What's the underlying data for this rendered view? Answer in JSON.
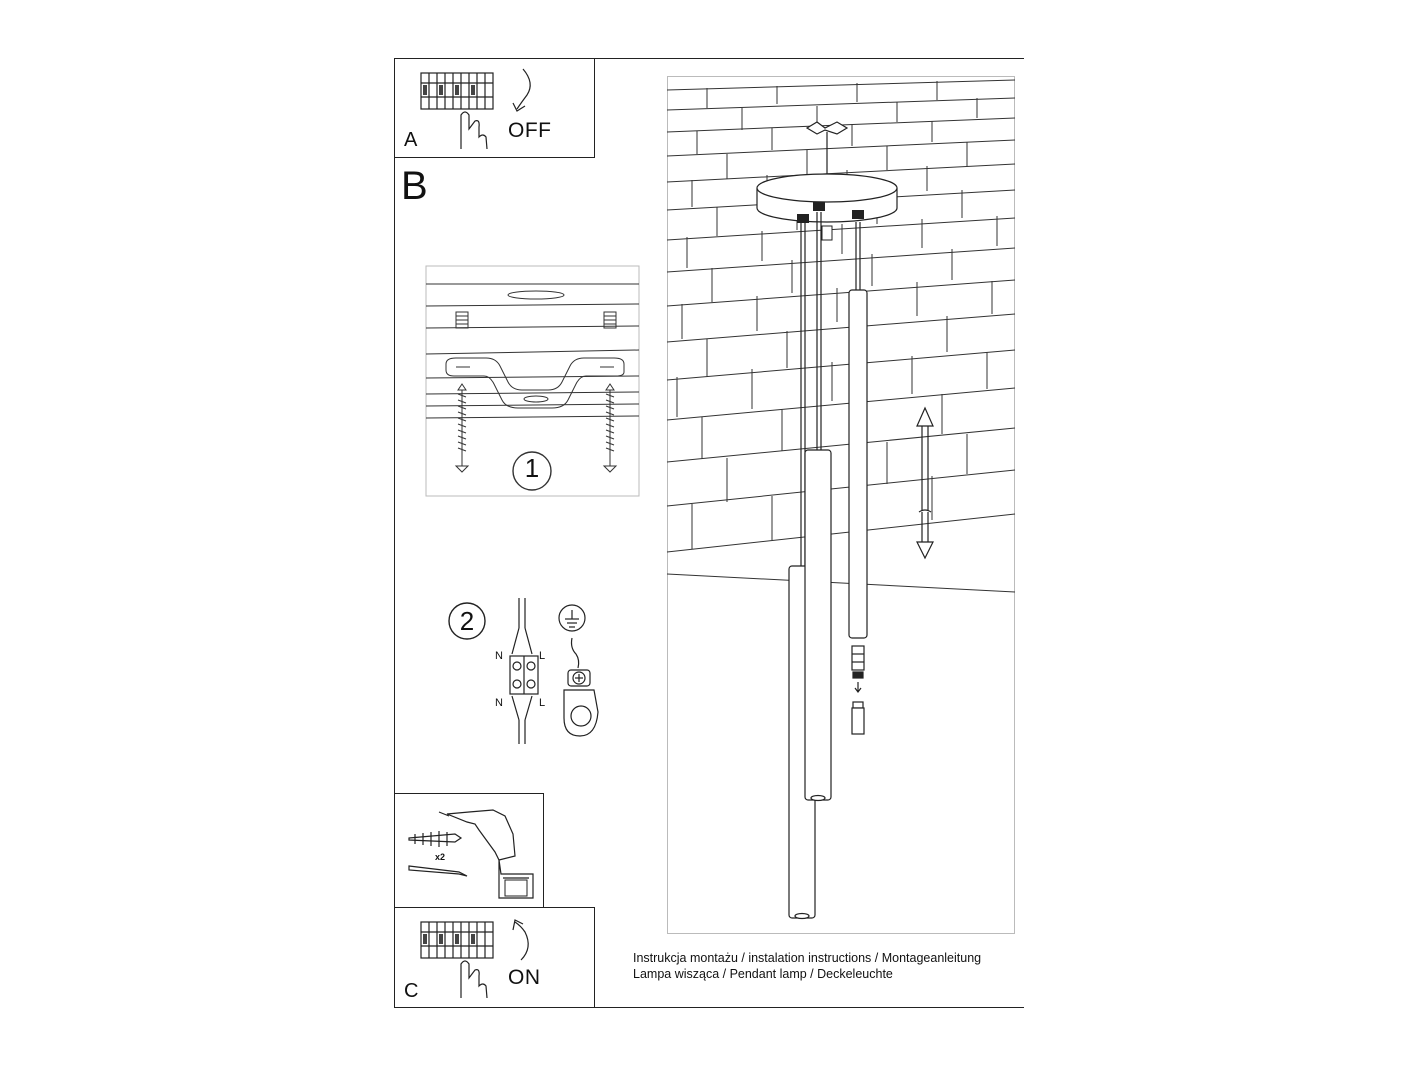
{
  "steps": {
    "a": {
      "letter": "A",
      "action": "OFF"
    },
    "b": {
      "letter": "B"
    },
    "c": {
      "letter": "C",
      "action": "ON"
    }
  },
  "detail1": {
    "number": "1"
  },
  "detail2": {
    "number": "2",
    "terminal_top_left": "N",
    "terminal_top_right": "L",
    "terminal_bottom_left": "N",
    "terminal_bottom_right": "L"
  },
  "tools": {
    "quantity": "x2"
  },
  "footer": {
    "line1": "Instrukcja montażu / instalation instructions / Montageanleitung",
    "line2": "Lampa wisząca / Pendant lamp / Deckeleuchte"
  }
}
